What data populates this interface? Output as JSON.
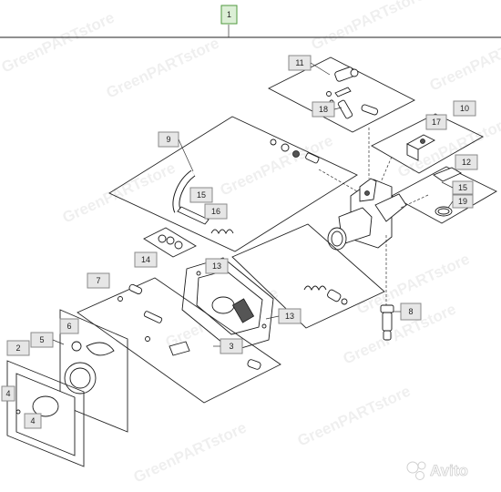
{
  "diagram": {
    "watermark": "GreenPARTstore",
    "callouts": {
      "main": "1",
      "c2": "2",
      "c3": "3",
      "c4a": "4",
      "c4b": "4",
      "c5": "5",
      "c6": "6",
      "c7": "7",
      "c8": "8",
      "c9": "9",
      "c10": "10",
      "c11": "11",
      "c12": "12",
      "c13a": "13",
      "c13b": "13",
      "c14": "14",
      "c15a": "15",
      "c15b": "15",
      "c16": "16",
      "c17": "17",
      "c18": "18",
      "c19": "19"
    },
    "brand": "Avito",
    "colors": {
      "main_tag_fill": "#dcefd6",
      "main_tag_stroke": "#4f9a3e",
      "tag_fill": "#e6e6e6"
    }
  }
}
